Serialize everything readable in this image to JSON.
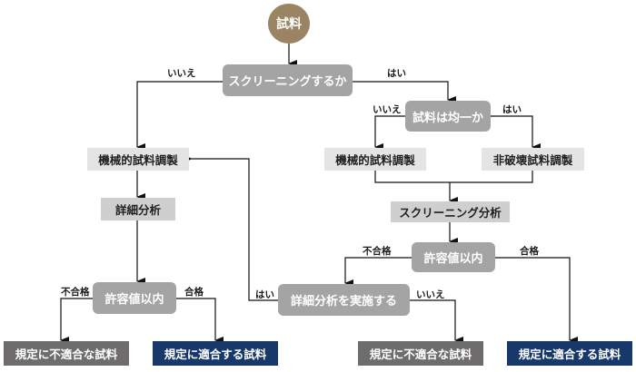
{
  "colors": {
    "start": "#9b8463",
    "decision": "#a4a4a4",
    "process_light": "#e4e4e4",
    "process_dark": "#cfcfcf",
    "result_fail": "#6e6c6c",
    "result_pass": "#16386a",
    "line": "#111111"
  },
  "nodes": {
    "start": "試料",
    "screening_q": "スクリーニングするか",
    "uniform_q": "試料は均一か",
    "mech_prep_left": "機械的試料調製",
    "mech_prep_right": "機械的試料調製",
    "nondestructive_prep": "非破壊試料調製",
    "detailed_analysis": "詳細分析",
    "screening_analysis": "スクリーニング分析",
    "within_limit_left": "許容値以内",
    "within_limit_right": "許容値以内",
    "do_detailed_q": "詳細分析を実施する",
    "fail_left": "規定に不適合な試料",
    "pass_left": "規定に適合する試料",
    "fail_right": "規定に不適合な試料",
    "pass_right": "規定に適合する試料"
  },
  "edge_labels": {
    "screening_no": "いいえ",
    "screening_yes": "はい",
    "uniform_no": "いいえ",
    "uniform_yes": "はい",
    "left_fail": "不合格",
    "left_pass": "合格",
    "right_fail": "不合格",
    "right_pass": "合格",
    "detailed_yes": "はい",
    "detailed_no": "いいえ"
  }
}
